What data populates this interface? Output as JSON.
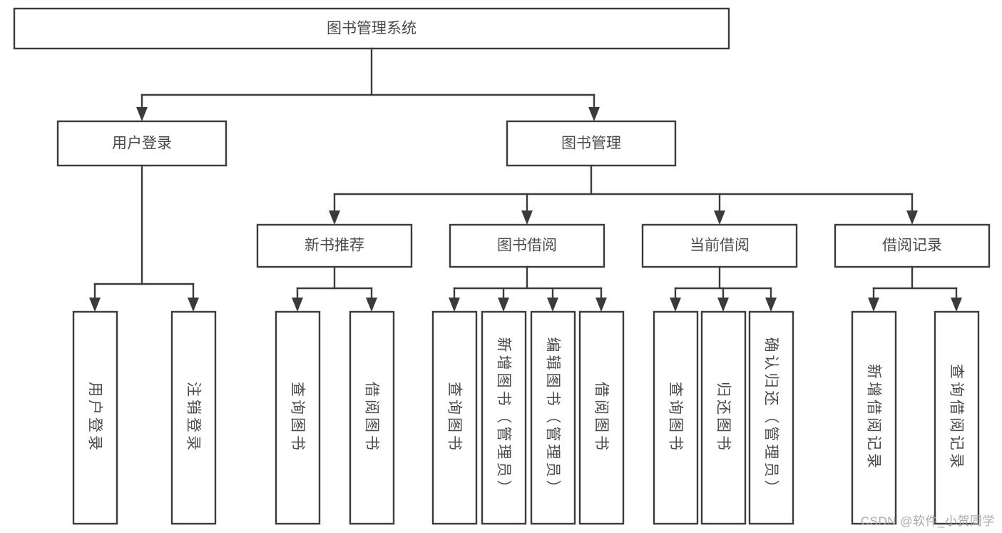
{
  "diagram": {
    "type": "tree-hierarchy",
    "title": "图书管理系统",
    "root": {
      "id": "root",
      "label": "图书管理系统"
    },
    "level2": [
      {
        "id": "user-login",
        "label": "用户登录"
      },
      {
        "id": "book-manage",
        "label": "图书管理"
      }
    ],
    "level3": [
      {
        "id": "new-book-recommend",
        "label": "新书推荐",
        "parent": "book-manage"
      },
      {
        "id": "book-borrow",
        "label": "图书借阅",
        "parent": "book-manage"
      },
      {
        "id": "current-borrow",
        "label": "当前借阅",
        "parent": "book-manage"
      },
      {
        "id": "borrow-record",
        "label": "借阅记录",
        "parent": "book-manage"
      }
    ],
    "leaves": {
      "user-login": [
        {
          "id": "leaf-user-login",
          "label": "用户登录"
        },
        {
          "id": "leaf-user-logout",
          "label": "注销登录"
        }
      ],
      "new-book-recommend": [
        {
          "id": "leaf-query-book-1",
          "label": "查询图书"
        },
        {
          "id": "leaf-borrow-book-1",
          "label": "借阅图书"
        }
      ],
      "book-borrow": [
        {
          "id": "leaf-query-book-2",
          "label": "查询图书"
        },
        {
          "id": "leaf-add-book",
          "label": "新增图书（管理员）"
        },
        {
          "id": "leaf-edit-book",
          "label": "编辑图书（管理员）"
        },
        {
          "id": "leaf-borrow-book-2",
          "label": "借阅图书"
        }
      ],
      "current-borrow": [
        {
          "id": "leaf-query-book-3",
          "label": "查询图书"
        },
        {
          "id": "leaf-return-book",
          "label": "归还图书"
        },
        {
          "id": "leaf-confirm-return",
          "label": "确认归还（管理员）"
        }
      ],
      "borrow-record": [
        {
          "id": "leaf-add-record",
          "label": "新增借阅记录"
        },
        {
          "id": "leaf-query-record",
          "label": "查询借阅记录"
        }
      ]
    }
  },
  "watermark": {
    "text": "CSDN @软件_小贺同学"
  },
  "colors": {
    "stroke": "#3b3b3b",
    "text": "#4a4a4a",
    "background": "#ffffff",
    "watermark": "#a8a8a8"
  }
}
